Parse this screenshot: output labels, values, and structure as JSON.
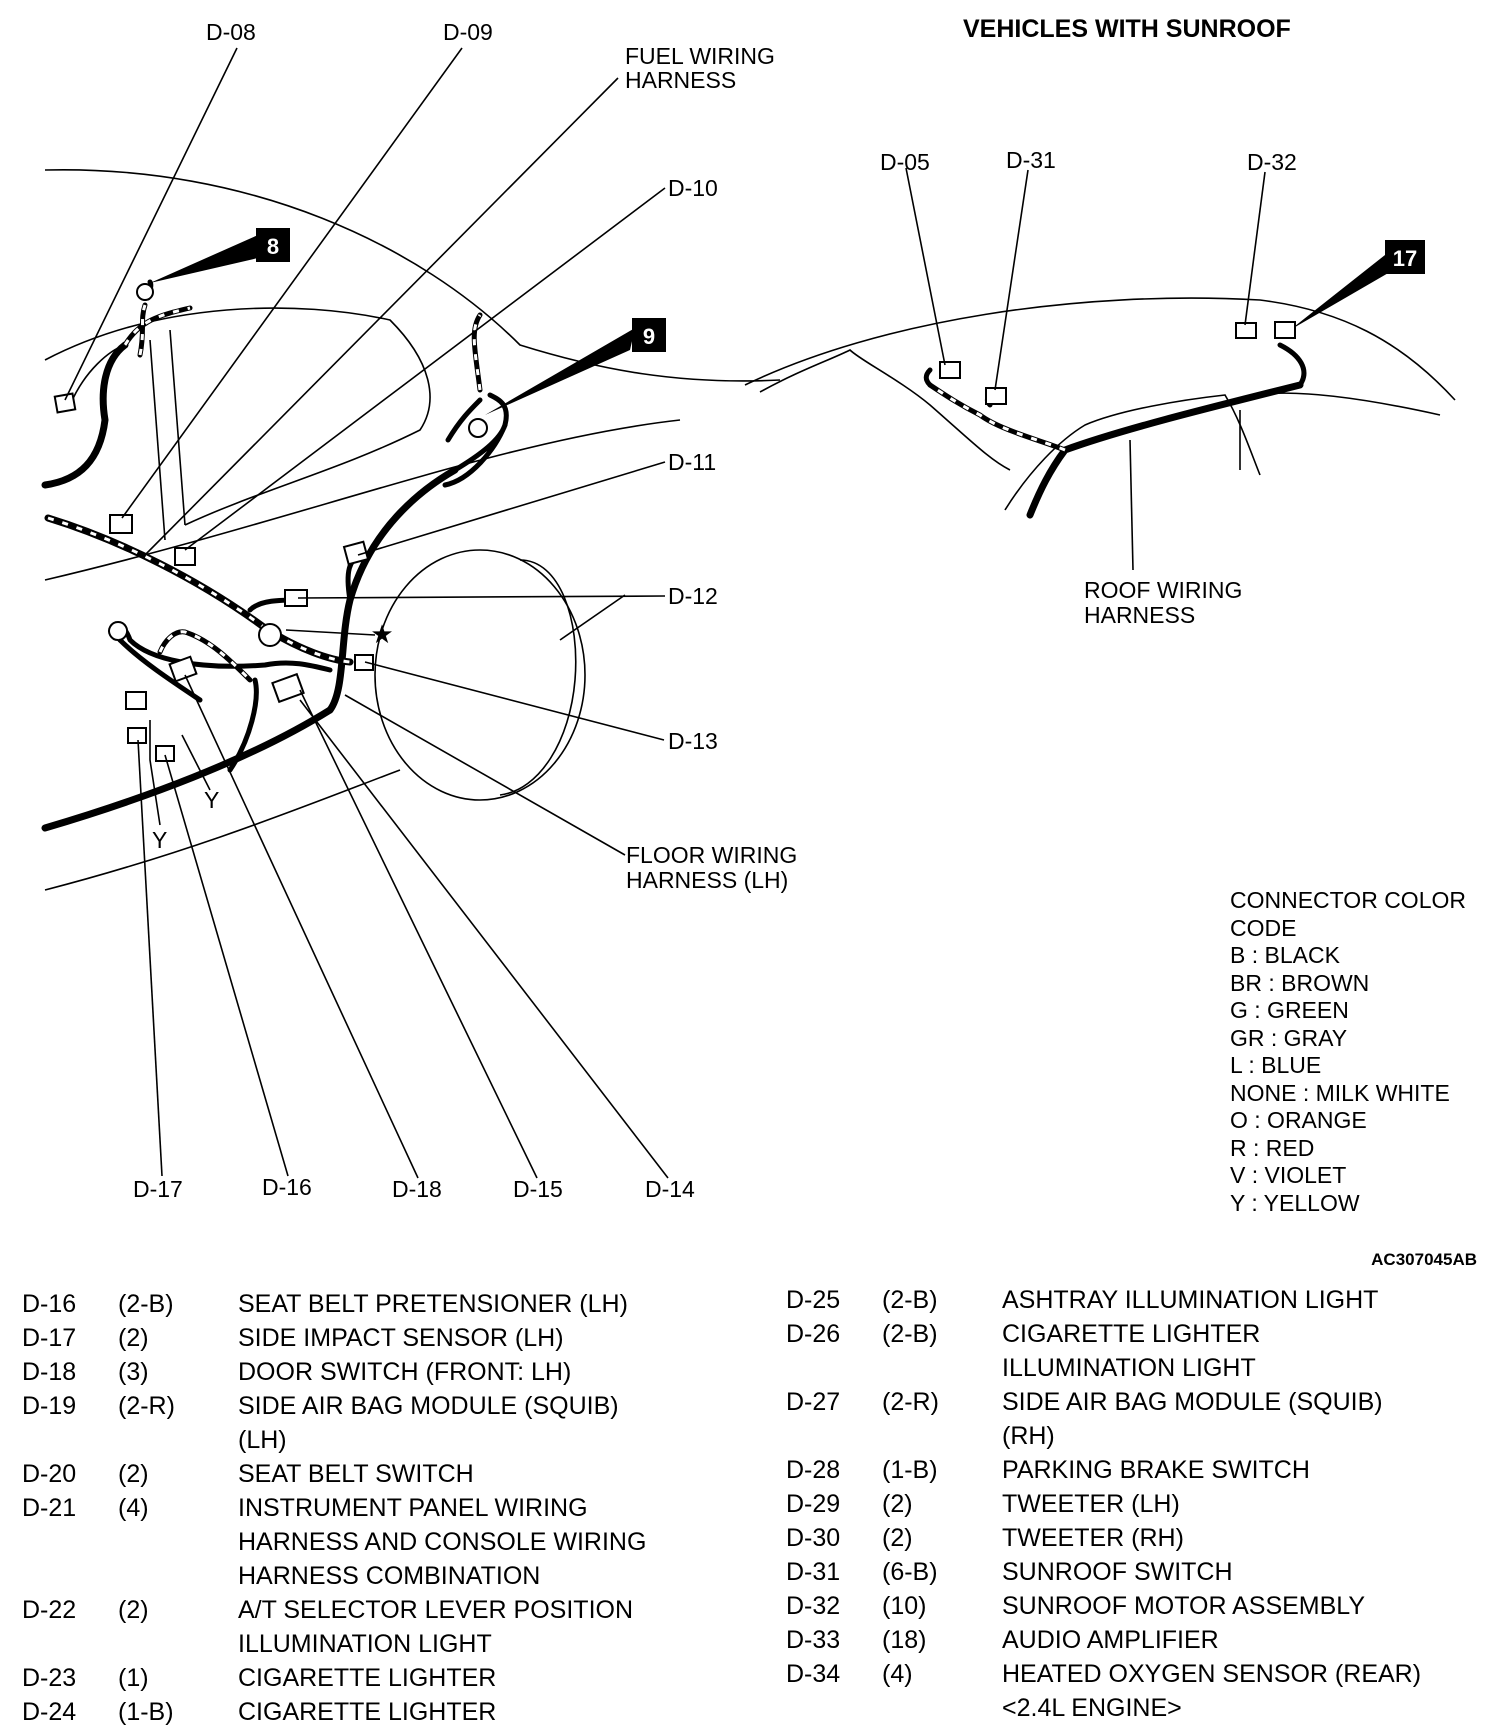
{
  "diagram": {
    "title": "VEHICLES WITH SUNROOF",
    "code": "AC307045AB",
    "markers": {
      "m8": "8",
      "m9": "9",
      "m17": "17",
      "star": "★"
    },
    "labels": {
      "d08": "D-08",
      "d09": "D-09",
      "d10": "D-10",
      "d11": "D-11",
      "d12": "D-12",
      "d13": "D-13",
      "d14": "D-14",
      "d15": "D-15",
      "d16": "D-16",
      "d17": "D-17",
      "d18": "D-18",
      "d05": "D-05",
      "d31": "D-31",
      "d32": "D-32",
      "y1": "Y",
      "y2": "Y"
    },
    "harness": {
      "fuel": [
        "FUEL WIRING",
        "HARNESS"
      ],
      "floor": [
        "FLOOR WIRING",
        "HARNESS (LH)"
      ],
      "roof": [
        "ROOF WIRING",
        "HARNESS"
      ]
    },
    "color_code": {
      "heading": [
        "CONNECTOR COLOR",
        "CODE"
      ],
      "items": [
        "B : BLACK",
        "BR : BROWN",
        "G : GREEN",
        "GR : GRAY",
        "L : BLUE",
        "NONE : MILK WHITE",
        "O : ORANGE",
        "R : RED",
        "V : VIOLET",
        "Y : YELLOW"
      ]
    }
  },
  "connector_list_left": [
    {
      "id": "D-16",
      "pins": "(2-B)",
      "desc": [
        "SEAT BELT PRETENSIONER (LH)"
      ]
    },
    {
      "id": "D-17",
      "pins": "(2)",
      "desc": [
        "SIDE IMPACT SENSOR (LH)"
      ]
    },
    {
      "id": "D-18",
      "pins": "(3)",
      "desc": [
        "DOOR SWITCH (FRONT: LH)"
      ]
    },
    {
      "id": "D-19",
      "pins": "(2-R)",
      "desc": [
        "SIDE AIR BAG MODULE (SQUIB)",
        "(LH)"
      ]
    },
    {
      "id": "D-20",
      "pins": "(2)",
      "desc": [
        "SEAT BELT SWITCH"
      ]
    },
    {
      "id": "D-21",
      "pins": "(4)",
      "desc": [
        "INSTRUMENT PANEL WIRING",
        "HARNESS AND CONSOLE WIRING",
        "HARNESS COMBINATION"
      ]
    },
    {
      "id": "D-22",
      "pins": "(2)",
      "desc": [
        "A/T SELECTOR LEVER POSITION",
        "ILLUMINATION LIGHT"
      ]
    },
    {
      "id": "D-23",
      "pins": "(1)",
      "desc": [
        "CIGARETTE LIGHTER"
      ]
    },
    {
      "id": "D-24",
      "pins": "(1-B)",
      "desc": [
        "CIGARETTE LIGHTER"
      ]
    }
  ],
  "connector_list_right": [
    {
      "id": "D-25",
      "pins": "(2-B)",
      "desc": [
        "ASHTRAY ILLUMINATION LIGHT"
      ]
    },
    {
      "id": "D-26",
      "pins": "(2-B)",
      "desc": [
        "CIGARETTE LIGHTER",
        "ILLUMINATION LIGHT"
      ]
    },
    {
      "id": "D-27",
      "pins": "(2-R)",
      "desc": [
        "SIDE AIR BAG MODULE (SQUIB)",
        "(RH)"
      ]
    },
    {
      "id": "D-28",
      "pins": "(1-B)",
      "desc": [
        "PARKING BRAKE SWITCH"
      ]
    },
    {
      "id": "D-29",
      "pins": "(2)",
      "desc": [
        "TWEETER (LH)"
      ]
    },
    {
      "id": "D-30",
      "pins": "(2)",
      "desc": [
        "TWEETER (RH)"
      ]
    },
    {
      "id": "D-31",
      "pins": "(6-B)",
      "desc": [
        "SUNROOF SWITCH"
      ]
    },
    {
      "id": "D-32",
      "pins": "(10)",
      "desc": [
        "SUNROOF MOTOR ASSEMBLY"
      ]
    },
    {
      "id": "D-33",
      "pins": "(18)",
      "desc": [
        "AUDIO AMPLIFIER"
      ]
    },
    {
      "id": "D-34",
      "pins": "(4)",
      "desc": [
        "HEATED OXYGEN SENSOR (REAR)",
        "<2.4L ENGINE>"
      ]
    }
  ]
}
